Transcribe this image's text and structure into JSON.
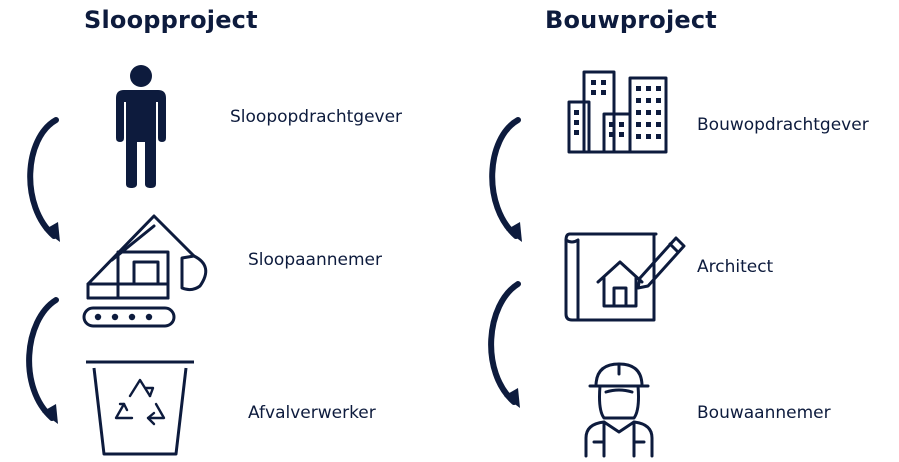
{
  "demolition": {
    "title": "Sloopproject",
    "steps": [
      {
        "label": "Sloopopdrachtgever",
        "icon": "person-icon"
      },
      {
        "label": "Sloopaannemer",
        "icon": "excavator-icon"
      },
      {
        "label": "Afvalverwerker",
        "icon": "recycle-bin-icon"
      }
    ]
  },
  "construction": {
    "title": "Bouwproject",
    "steps": [
      {
        "label": "Bouwopdrachtgever",
        "icon": "buildings-icon"
      },
      {
        "label": "Architect",
        "icon": "blueprint-icon"
      },
      {
        "label": "Bouwaannemer",
        "icon": "construction-worker-icon"
      }
    ]
  },
  "colors": {
    "navy": "#0d1b3d",
    "background": "#ffffff"
  }
}
